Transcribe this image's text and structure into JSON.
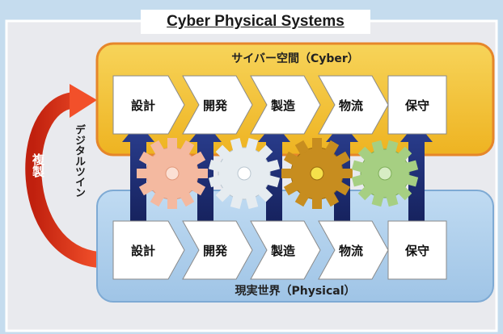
{
  "title": "Cyber Physical Systems",
  "cyber": {
    "label": "サイバー空間（Cyber）",
    "stages": [
      "設計",
      "開発",
      "製造",
      "物流",
      "保守"
    ]
  },
  "physical": {
    "label": "現実世界（Physical）",
    "stages": [
      "設計",
      "開発",
      "製造",
      "物流",
      "保守"
    ]
  },
  "loop": {
    "replication": "複製",
    "digital_twin": "デジタルツイン"
  },
  "colors": {
    "background": "#c5dcee",
    "frame": "#e9eaee",
    "cyber_panel": "#f2bf2d",
    "physical_panel": "#a9cbea",
    "loop_arrow": "#e23a1e",
    "up_arrow": "#1e2f7a",
    "gear_peach": "#f4b9a0",
    "gear_light": "#e6ecf0",
    "gear_gold": "#c78d1f",
    "gear_green": "#a6cf82"
  }
}
